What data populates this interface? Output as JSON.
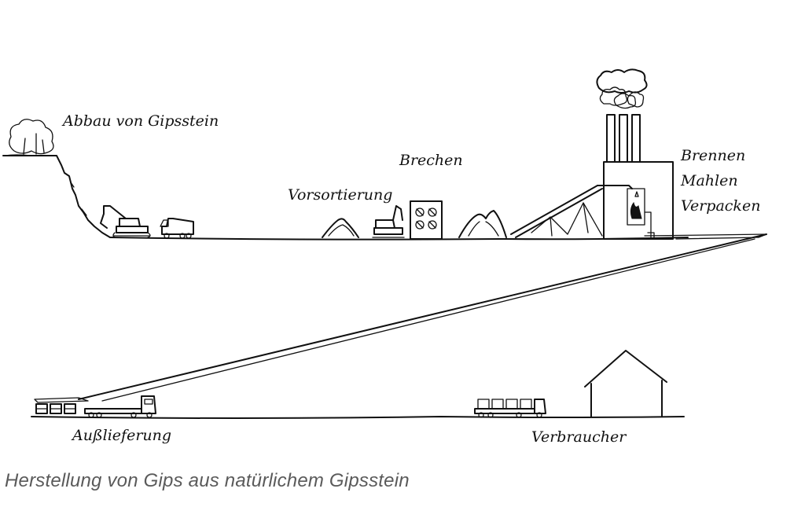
{
  "labels": {
    "abbau": "Abbau von Gipsstein",
    "vorsortierung": "Vorsortierung",
    "brechen": "Brechen",
    "brennen": "Brennen",
    "mahlen": "Mahlen",
    "verpacken": "Verpacken",
    "auslieferung": "Außlieferung",
    "verbraucher": "Verbraucher"
  },
  "caption": "Herstellung von Gips aus natürlichem Gipsstein",
  "colors": {
    "ink": "#111111",
    "caption": "#5a5a5a",
    "background": "#ffffff"
  }
}
